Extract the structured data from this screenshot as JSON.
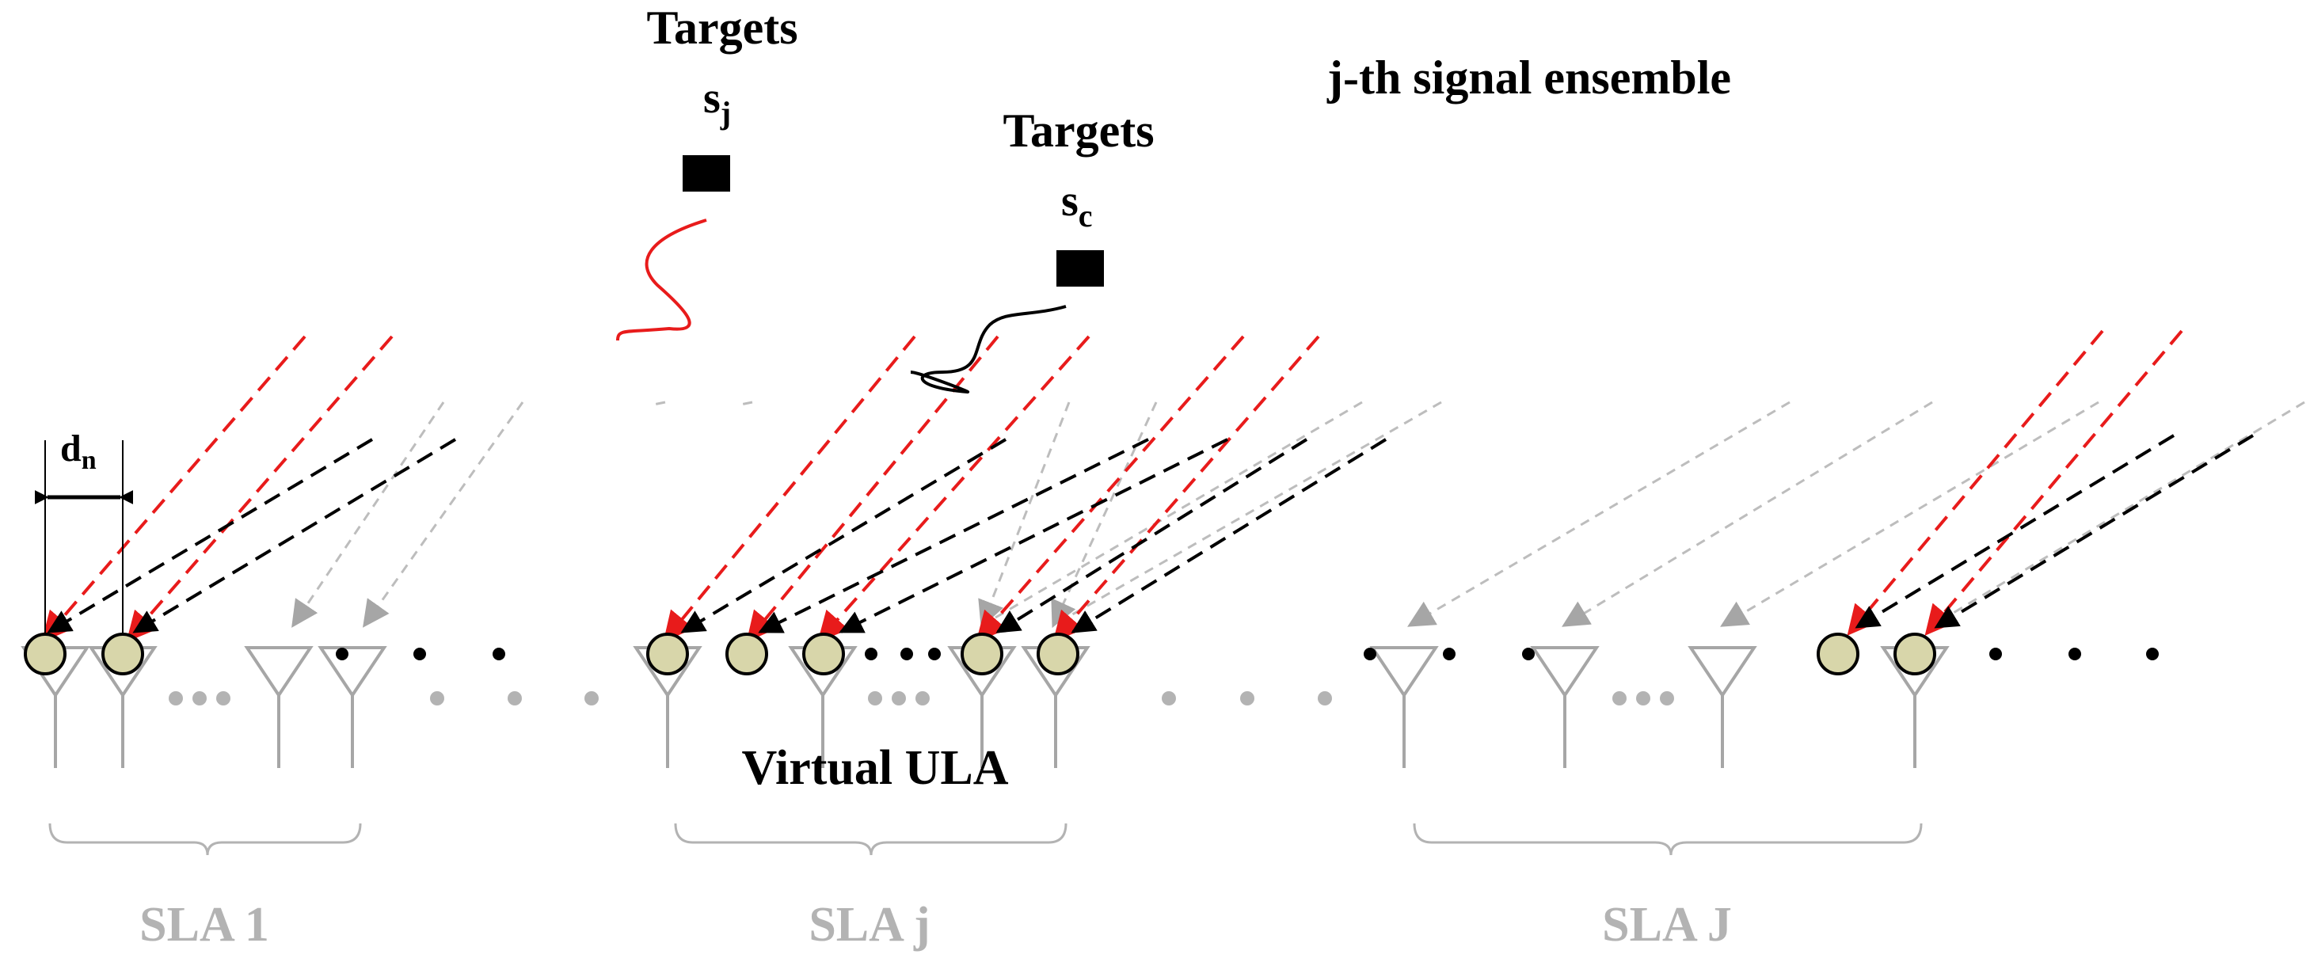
{
  "labels": {
    "targets_j": "Targets",
    "sj_main": "s",
    "sj_sub": "j",
    "targets_c": "Targets",
    "sc_main": "s",
    "sc_sub": "c",
    "ensemble": "j-th signal ensemble",
    "dn_main": "d",
    "dn_sub": "n",
    "virtual_ula": "Virtual ULA",
    "sla1": "SLA 1",
    "slaj": "SLA j",
    "slaJ": "SLA J"
  },
  "colors": {
    "signal_j": "#e81b1b",
    "signal_c": "#000000",
    "faded": "#b3b3b3",
    "virtual_element": "#d8d6aa",
    "antenna": "#a6a6a6"
  },
  "icons": {
    "target": "target-square-icon",
    "antenna": "antenna-icon",
    "virtual_element": "virtual-element-circle-icon"
  }
}
